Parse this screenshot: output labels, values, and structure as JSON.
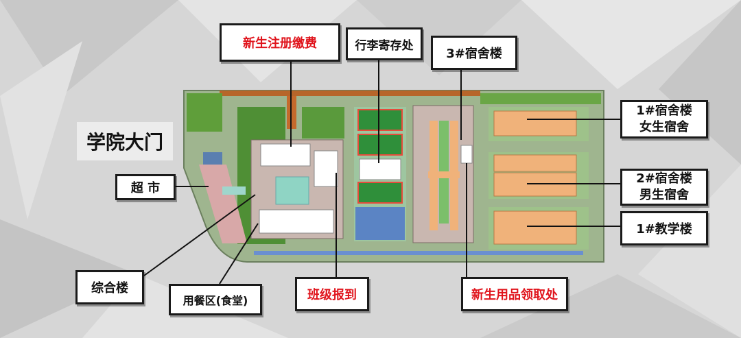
{
  "gate_label": "学院大门",
  "callouts": {
    "registration_fee": "新生注册缴费",
    "luggage_storage": "行李寄存处",
    "dorm3": "3#宿舍楼",
    "dorm1_line1": "1#宿舍楼",
    "dorm1_line2": "女生宿舍",
    "dorm2_line1": "2#宿舍楼",
    "dorm2_line2": "男生宿舍",
    "teaching1": "1#教学楼",
    "supermarket": "超 市",
    "complex_building": "综合楼",
    "canteen": "用餐区(食堂)",
    "class_report": "班级报到",
    "supplies_pickup": "新生用品领取处"
  },
  "colors": {
    "accent_red": "#e0141c",
    "grass": "#5f9e3a",
    "court": "#2f8f3a",
    "building": "#f0b27a",
    "plaza": "#c9b7b0"
  }
}
